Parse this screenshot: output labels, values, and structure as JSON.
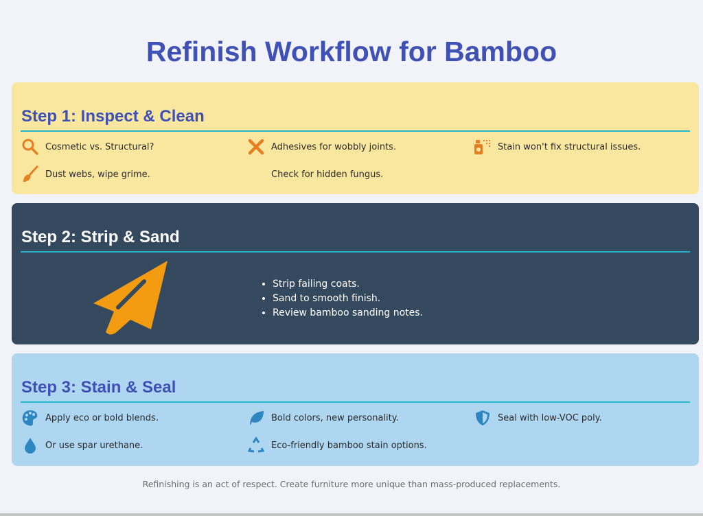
{
  "title": "Refinish Workflow for Bamboo",
  "step1": {
    "heading": "Step 1: Inspect & Clean",
    "items": [
      {
        "icon": "search-icon",
        "text": "Cosmetic vs. Structural?"
      },
      {
        "icon": "tools-icon",
        "text": "Adhesives for wobbly joints."
      },
      {
        "icon": "spray-bottle-icon",
        "text": "Stain won't fix structural issues."
      },
      {
        "icon": "brush-icon",
        "text": "Dust webs, wipe grime."
      },
      {
        "icon": "none",
        "text": "Check for hidden fungus."
      }
    ]
  },
  "step2": {
    "heading": "Step 2: Strip & Sand",
    "icon": "paper-plane-icon",
    "bullets": [
      "Strip failing coats.",
      "Sand to smooth finish.",
      "Review bamboo sanding notes."
    ]
  },
  "step3": {
    "heading": "Step 3: Stain & Seal",
    "items": [
      {
        "icon": "palette-icon",
        "text": "Apply eco or bold blends."
      },
      {
        "icon": "leaf-icon",
        "text": "Bold colors, new personality."
      },
      {
        "icon": "shield-icon",
        "text": "Seal with low-VOC poly."
      },
      {
        "icon": "droplet-icon",
        "text": "Or use spar urethane."
      },
      {
        "icon": "recycle-icon",
        "text": "Eco-friendly bamboo stain options."
      }
    ]
  },
  "footer": "Refinishing is an act of respect. Create furniture more unique than mass-produced replacements.",
  "colors": {
    "title": "#3f51b5",
    "orange": "#e67e22",
    "blue": "#2e86c1",
    "plane": "#f39c12"
  }
}
